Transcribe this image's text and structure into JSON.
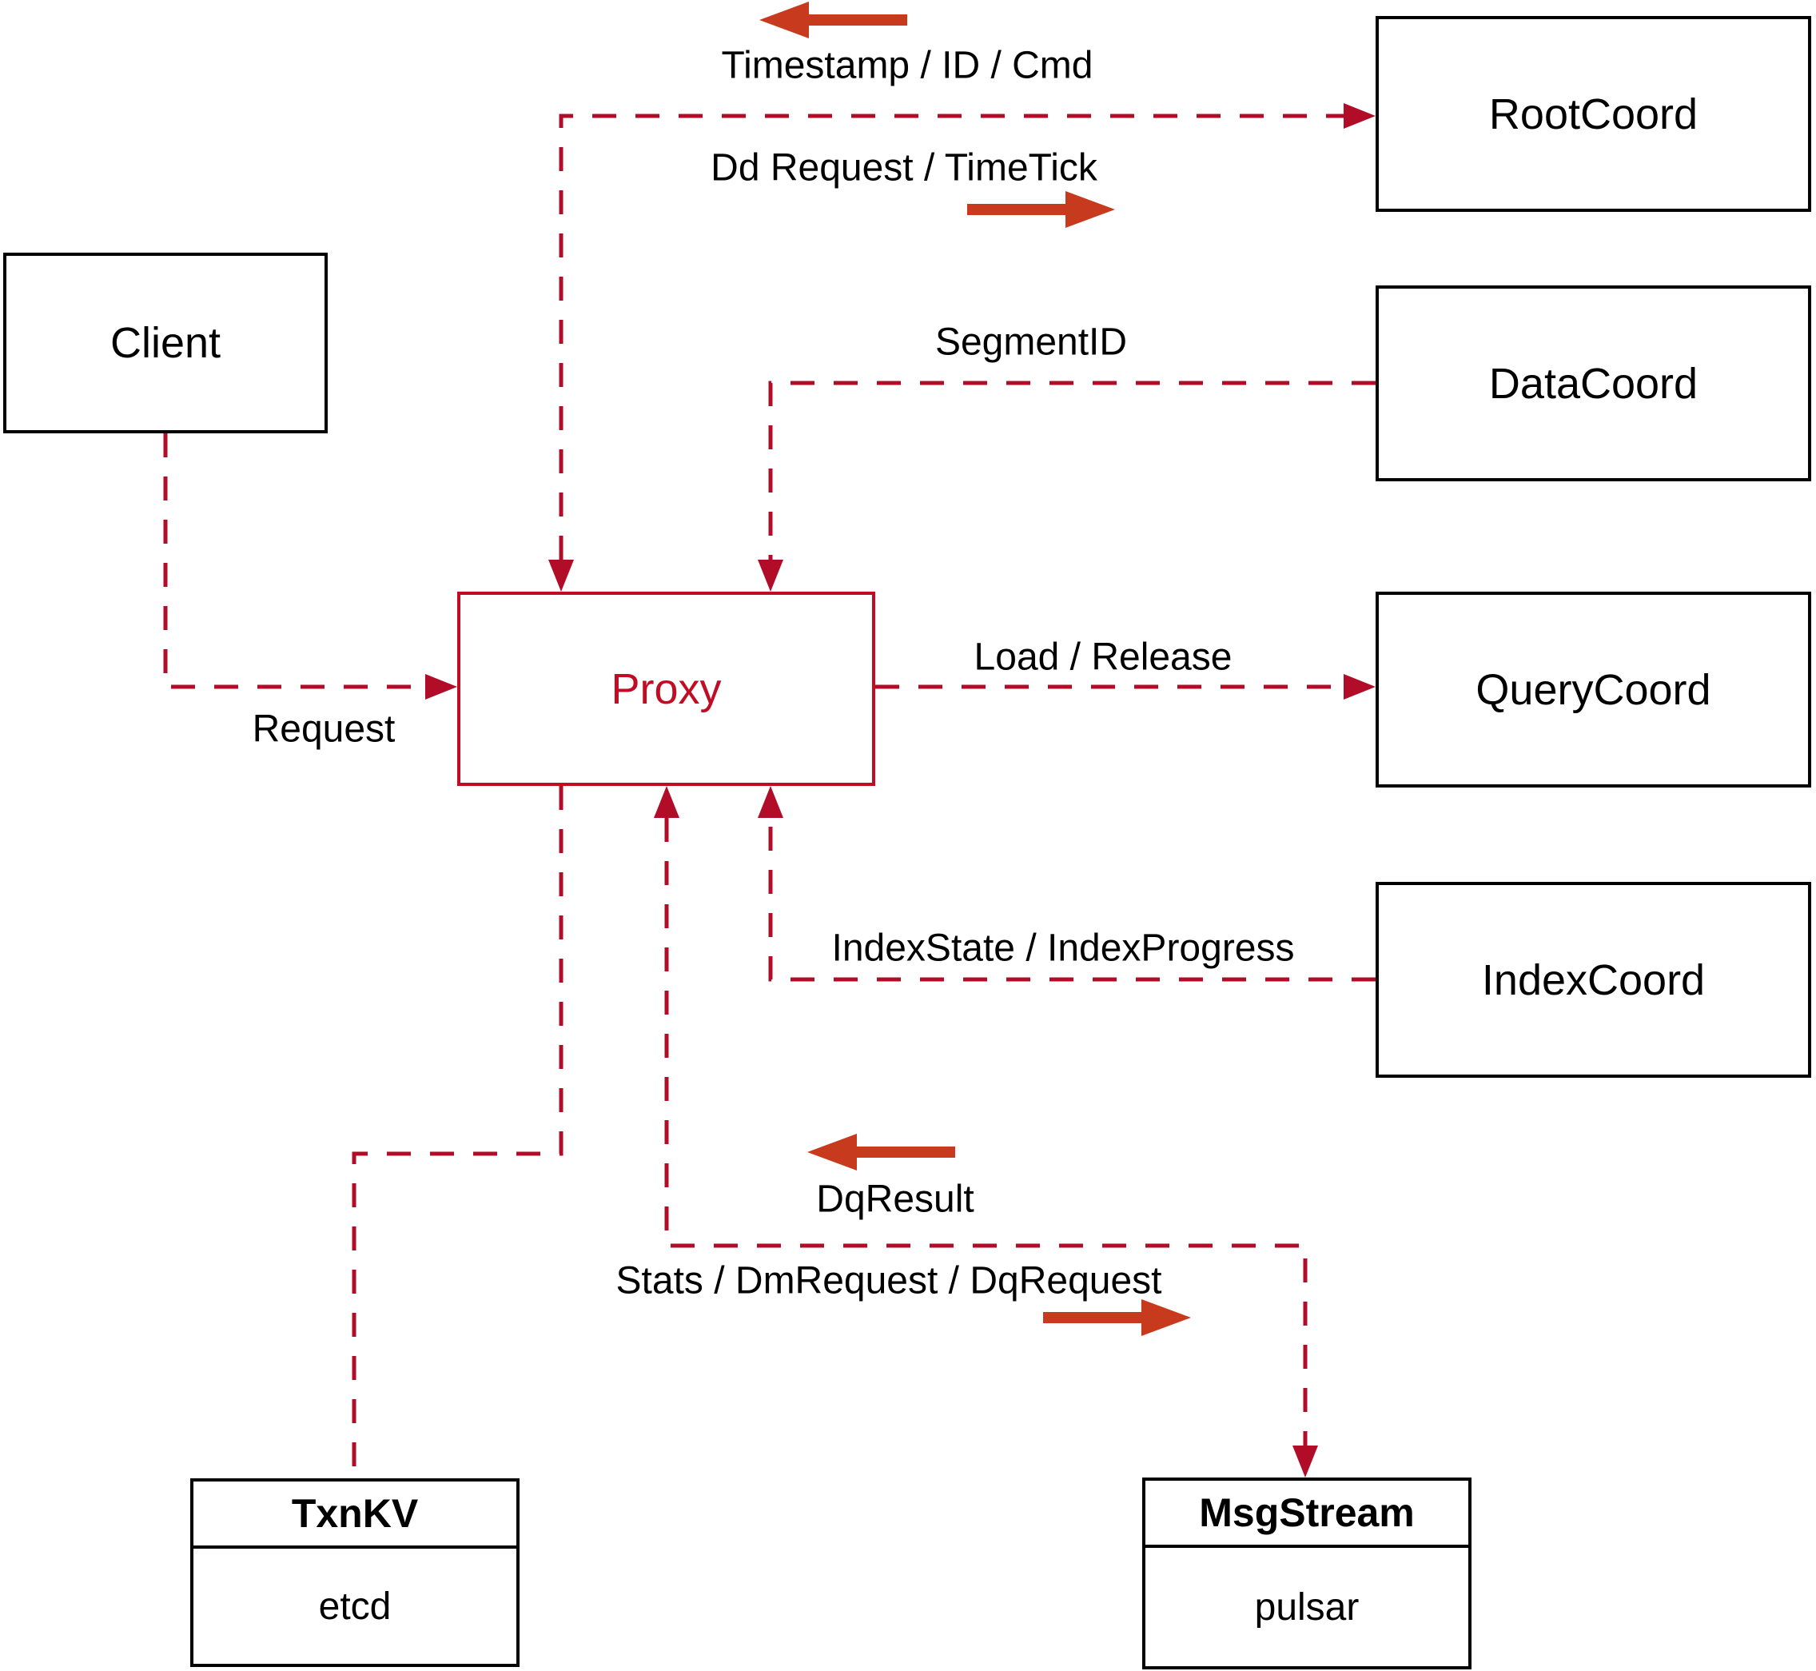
{
  "diagram": {
    "nodes": {
      "client": {
        "label": "Client"
      },
      "proxy": {
        "label": "Proxy"
      },
      "root_coord": {
        "label": "RootCoord"
      },
      "data_coord": {
        "label": "DataCoord"
      },
      "query_coord": {
        "label": "QueryCoord"
      },
      "index_coord": {
        "label": "IndexCoord"
      },
      "txn_kv": {
        "title": "TxnKV",
        "implementation": "etcd"
      },
      "msg_stream": {
        "title": "MsgStream",
        "implementation": "pulsar"
      }
    },
    "edges": [
      {
        "id": "proxy-rootcoord",
        "from": "Proxy",
        "to": "RootCoord",
        "label_return": "Timestamp / ID / Cmd",
        "label_send": "Dd Request / TimeTick",
        "style": "dashed-bidirectional"
      },
      {
        "id": "datacoord-proxy",
        "from": "DataCoord",
        "to": "Proxy",
        "label": "SegmentID",
        "style": "dashed"
      },
      {
        "id": "proxy-querycoord",
        "from": "Proxy",
        "to": "QueryCoord",
        "label": "Load / Release",
        "style": "dashed"
      },
      {
        "id": "indexcoord-proxy",
        "from": "IndexCoord",
        "to": "Proxy",
        "label": "IndexState / IndexProgress",
        "style": "dashed"
      },
      {
        "id": "client-proxy",
        "from": "Client",
        "to": "Proxy",
        "label": "Request",
        "style": "dashed"
      },
      {
        "id": "proxy-txnkv",
        "from": "Proxy",
        "to": "TxnKV",
        "style": "dashed-plain"
      },
      {
        "id": "proxy-msgstream",
        "from": "Proxy",
        "to": "MsgStream",
        "label_return": "DqResult",
        "label_send": "Stats / DmRequest / DqRequest",
        "style": "dashed-bidirectional"
      }
    ],
    "colors": {
      "dashed_line": "#b20d28",
      "solid_arrow": "#c83a1e",
      "proxy_accent": "#c00d24",
      "node_border": "#000000",
      "node_text": "#000000",
      "background": "#ffffff"
    }
  }
}
